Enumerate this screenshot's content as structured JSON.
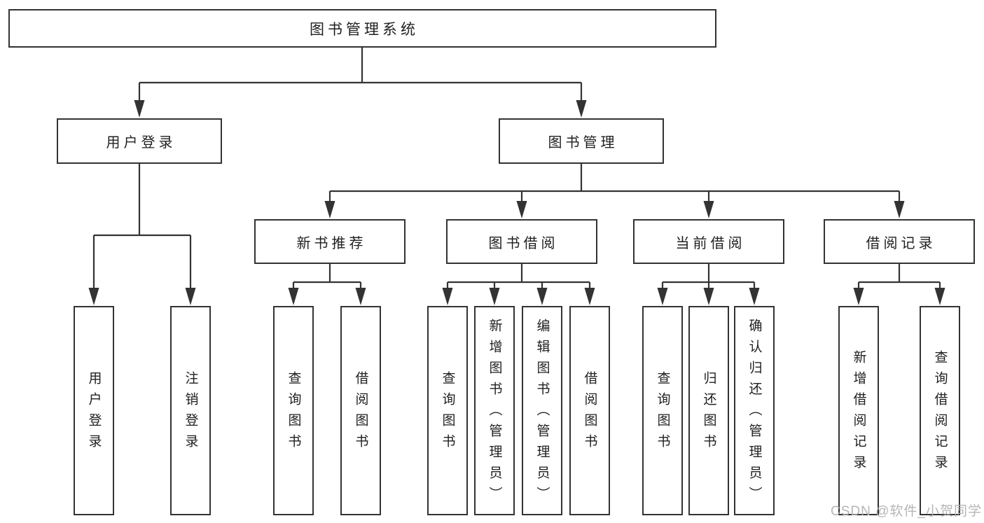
{
  "tree": {
    "root": {
      "label": "图书管理系统",
      "children": [
        {
          "label": "用户登录",
          "children": [
            {
              "label": "用户登录"
            },
            {
              "label": "注销登录"
            }
          ]
        },
        {
          "label": "图书管理",
          "children": [
            {
              "label": "新书推荐",
              "children": [
                {
                  "label": "查询图书"
                },
                {
                  "label": "借阅图书"
                }
              ]
            },
            {
              "label": "图书借阅",
              "children": [
                {
                  "label": "查询图书"
                },
                {
                  "label": "新增图书（管理员）"
                },
                {
                  "label": "编辑图书（管理员）"
                },
                {
                  "label": "借阅图书"
                }
              ]
            },
            {
              "label": "当前借阅",
              "children": [
                {
                  "label": "查询图书"
                },
                {
                  "label": "归还图书"
                },
                {
                  "label": "确认归还（管理员）"
                }
              ]
            },
            {
              "label": "借阅记录",
              "children": [
                {
                  "label": "新增借阅记录"
                },
                {
                  "label": "查询借阅记录"
                }
              ]
            }
          ]
        }
      ]
    }
  },
  "watermark": "CSDN @软件_小贺同学",
  "colors": {
    "line": "#333333",
    "text": "#1f1f1f",
    "watermark": "#b2b2b2",
    "background": "#ffffff"
  }
}
